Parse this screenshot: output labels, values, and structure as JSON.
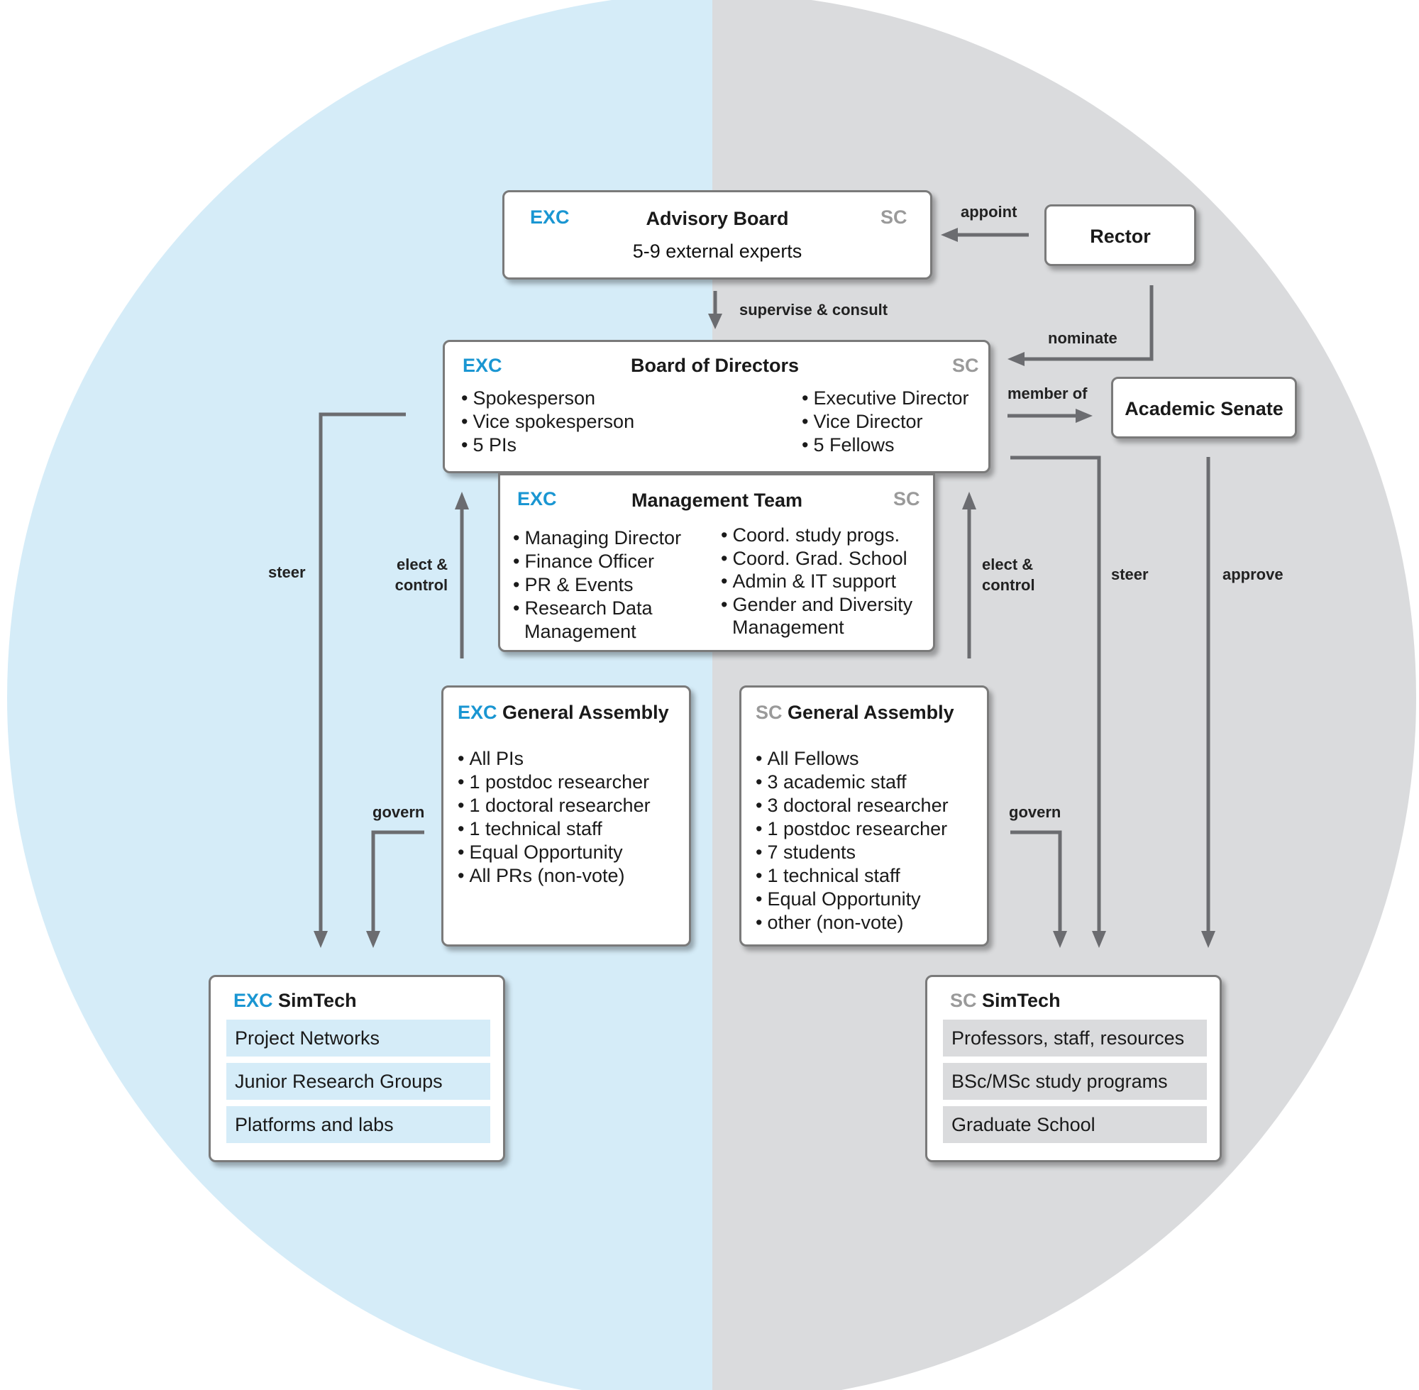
{
  "colors": {
    "left_half": "#d5ecf8",
    "right_half": "#dadbdd",
    "exc_accent": "#1a96d2",
    "sc_accent": "#9a9a9a",
    "arrow": "#6b6c70",
    "box_border": "#7a7a7a"
  },
  "advisory_board": {
    "exc": "EXC",
    "sc": "SC",
    "title": "Advisory Board",
    "subtitle": "5-9 external experts"
  },
  "rector": {
    "title": "Rector"
  },
  "academic_senate": {
    "title": "Academic Senate"
  },
  "board_of_directors": {
    "exc": "EXC",
    "sc": "SC",
    "title": "Board of Directors",
    "left_items": [
      "Spokesperson",
      "Vice spokesperson",
      "5 PIs"
    ],
    "right_items": [
      "Executive Director",
      "Vice Director",
      "5 Fellows"
    ]
  },
  "management_team": {
    "exc": "EXC",
    "sc": "SC",
    "title": "Management Team",
    "left_items": [
      "Managing Director",
      "Finance Officer",
      "PR & Events",
      "Research Data",
      "Management"
    ],
    "right_items": [
      "Coord. study progs.",
      "Coord. Grad. School",
      "Admin & IT support",
      "Gender and Diversity",
      "Management"
    ]
  },
  "exc_general_assembly": {
    "prefix": "EXC",
    "title": "General Assembly",
    "items": [
      "All PIs",
      "1 postdoc researcher",
      "1 doctoral researcher",
      "1 technical staff",
      "Equal Opportunity",
      "All PRs (non-vote)"
    ]
  },
  "sc_general_assembly": {
    "prefix": "SC",
    "title": "General Assembly",
    "items": [
      "All Fellows",
      "3 academic staff",
      "3 doctoral researcher",
      "1 postdoc researcher",
      "7 students",
      "1 technical staff",
      "Equal Opportunity",
      "other (non-vote)"
    ]
  },
  "exc_simtech": {
    "prefix": "EXC",
    "title": "SimTech",
    "rows": [
      "Project Networks",
      "Junior Research Groups",
      "Platforms and labs"
    ]
  },
  "sc_simtech": {
    "prefix": "SC",
    "title": "SimTech",
    "rows": [
      "Professors, staff, resources",
      "BSc/MSc study programs",
      "Graduate School"
    ]
  },
  "edge_labels": {
    "appoint": "appoint",
    "supervise_consult": "supervise & consult",
    "nominate": "nominate",
    "member_of": "member of",
    "steer_left": "steer",
    "elect_control_left_1": "elect &",
    "elect_control_left_2": "control",
    "elect_control_right_1": "elect &",
    "elect_control_right_2": "control",
    "steer_right": "steer",
    "approve": "approve",
    "govern_left": "govern",
    "govern_right": "govern"
  }
}
